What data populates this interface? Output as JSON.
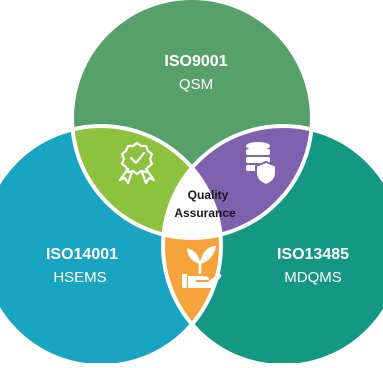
{
  "diagram": {
    "top": {
      "code": "ISO9001",
      "name": "QSM",
      "color": "#58a06a"
    },
    "left": {
      "code": "ISO14001",
      "name": "HSEMS",
      "color": "#19a5c1"
    },
    "right": {
      "code": "ISO13485",
      "name": "MDQMS",
      "color": "#149884"
    },
    "center": {
      "line1": "Quality",
      "line2": "Assurance"
    },
    "overlap_colors": {
      "top_left": "#8dc23f",
      "top_right": "#7f62ad",
      "bottom": "#f6a33c"
    },
    "icons": {
      "top_left": "certificate-badge-icon",
      "top_right": "database-shield-icon",
      "bottom": "plant-in-hand-icon"
    }
  }
}
